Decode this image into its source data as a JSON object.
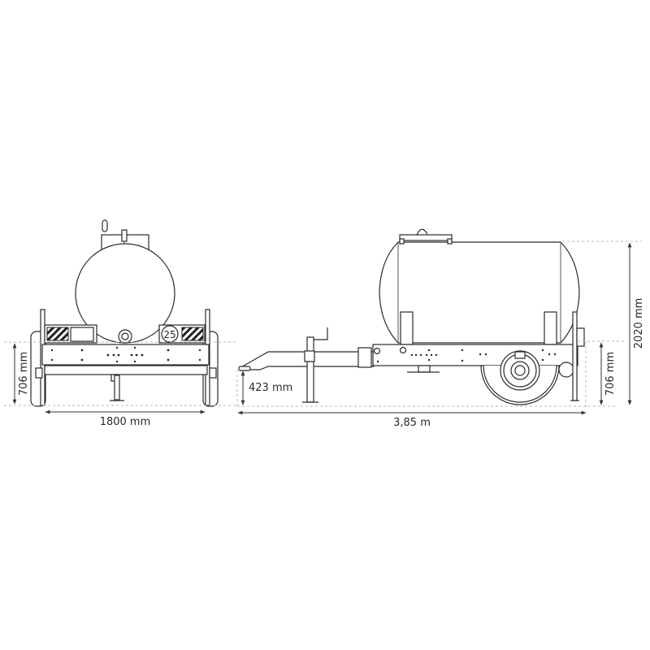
{
  "diagram": {
    "subject": "Single-axle water tank trailer",
    "views": [
      {
        "id": "front",
        "name": "Front view"
      },
      {
        "id": "side",
        "name": "Side view"
      }
    ],
    "front_view": {
      "speed_plate": "25",
      "dimensions": {
        "width": "1800 mm",
        "frame_height": "706 mm"
      }
    },
    "side_view": {
      "dimensions": {
        "length": "3,85 m",
        "hitch_height": "423 mm",
        "frame_height": "706 mm",
        "total_height": "2020 mm"
      }
    },
    "colors": {
      "line": "#2a2a2a",
      "dashed_guides": "#b5b5b5",
      "background": "#ffffff"
    }
  }
}
